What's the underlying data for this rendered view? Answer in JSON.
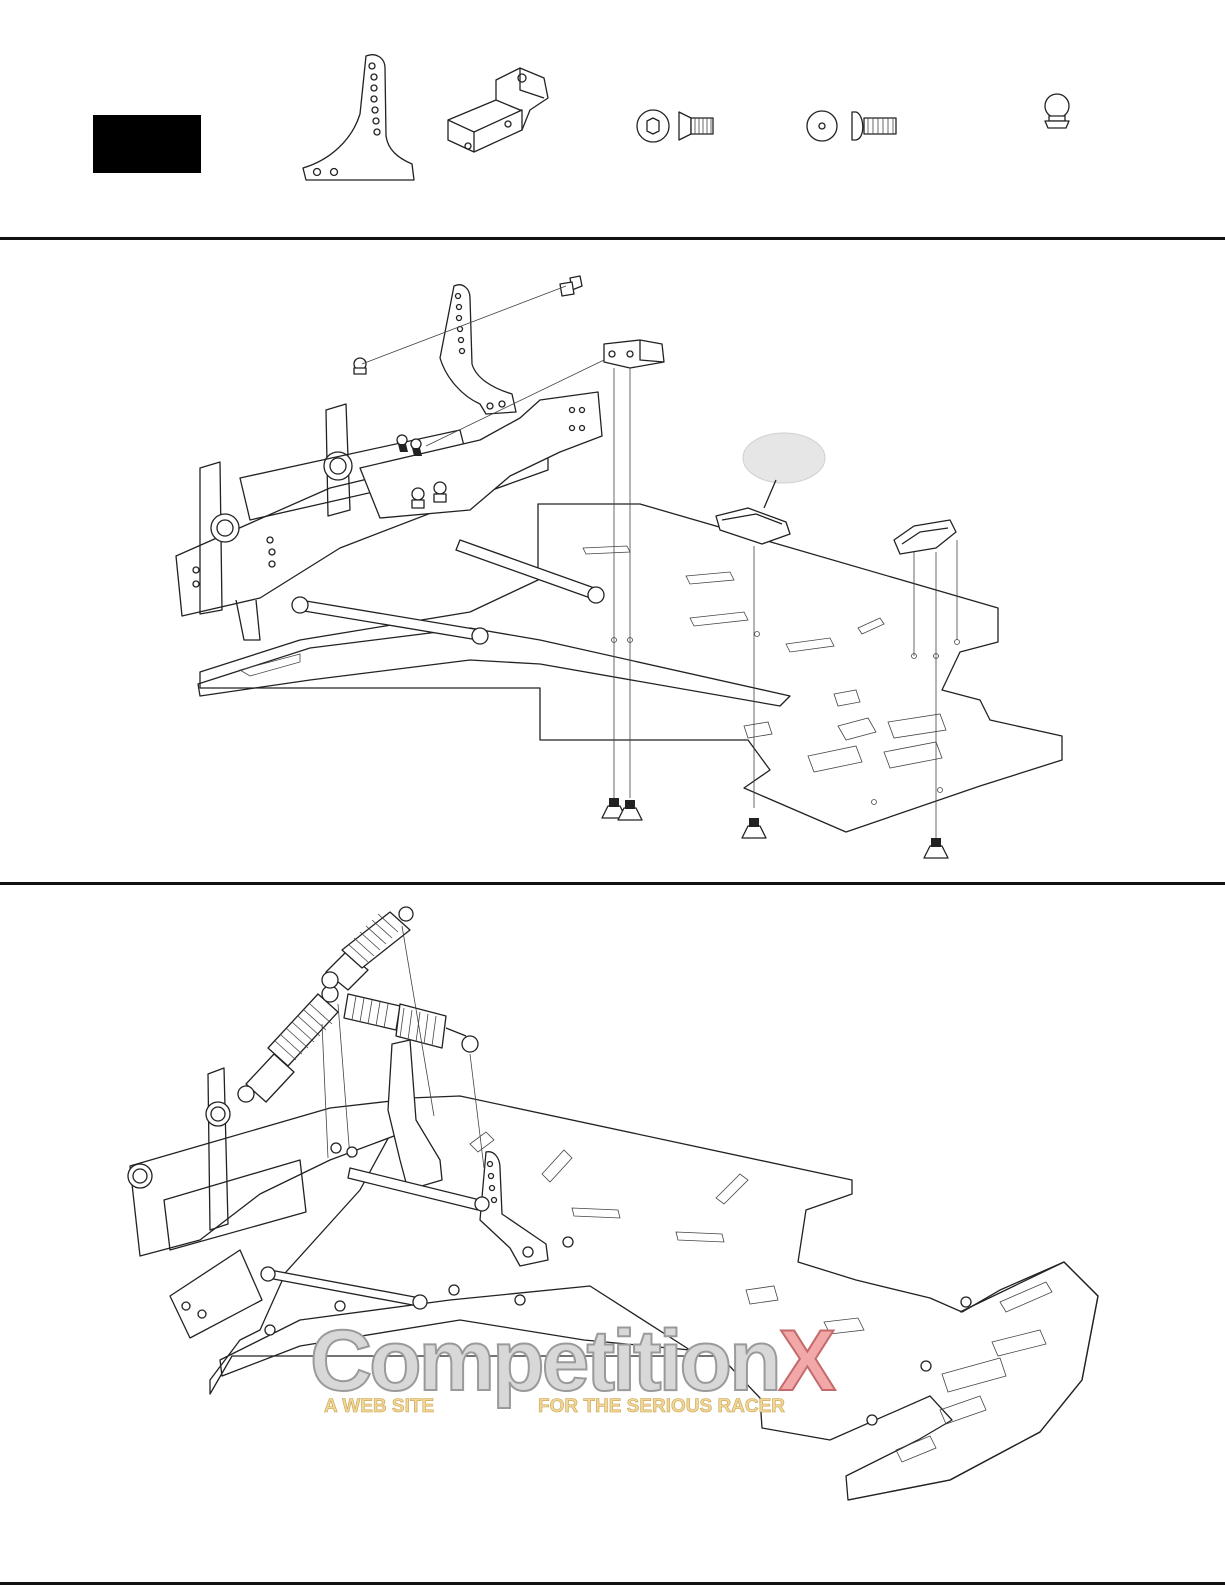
{
  "page": {
    "step_number": ""
  },
  "watermark": {
    "brand_main": "Competition",
    "brand_x": "X",
    "tagline_left": "A WEB SITE",
    "tagline_right": "FOR THE SERIOUS RACER"
  },
  "parts_header": {
    "items": [
      {
        "icon": "shock-tower-plate-icon"
      },
      {
        "icon": "shock-mount-block-icon"
      },
      {
        "icon": "flat-head-screw-icon"
      },
      {
        "icon": "button-head-screw-icon"
      },
      {
        "icon": "ball-stud-icon"
      }
    ]
  },
  "colors": {
    "line": "#222222",
    "callout_bubble": "#e6e6e6",
    "watermark_grey": "#d8d8d8",
    "watermark_red": "#f2a8a8",
    "watermark_gold": "#f1d79a"
  }
}
